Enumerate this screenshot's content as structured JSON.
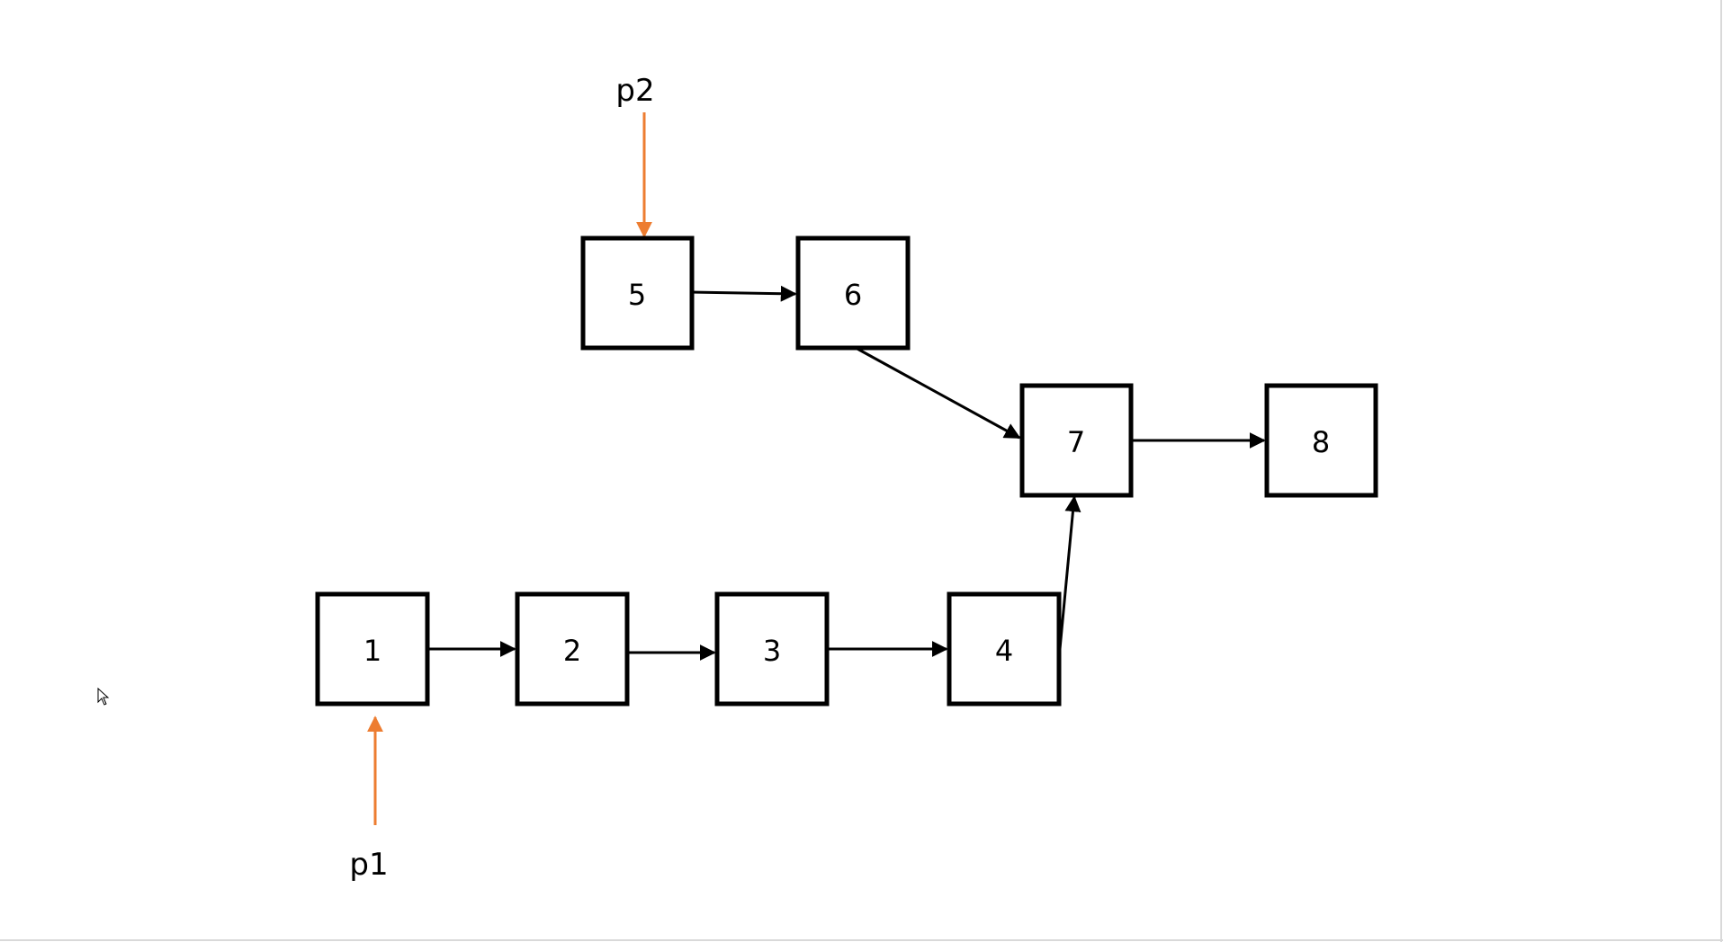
{
  "colors": {
    "node_stroke": "#000000",
    "link_stroke": "#000000",
    "pointer_stroke": "#ED7D31",
    "background": "#FFFFFF"
  },
  "nodes": [
    {
      "id": "n1",
      "label": "1"
    },
    {
      "id": "n2",
      "label": "2"
    },
    {
      "id": "n3",
      "label": "3"
    },
    {
      "id": "n4",
      "label": "4"
    },
    {
      "id": "n5",
      "label": "5"
    },
    {
      "id": "n6",
      "label": "6"
    },
    {
      "id": "n7",
      "label": "7"
    },
    {
      "id": "n8",
      "label": "8"
    }
  ],
  "links": [
    {
      "from": "n1",
      "to": "n2"
    },
    {
      "from": "n2",
      "to": "n3"
    },
    {
      "from": "n3",
      "to": "n4"
    },
    {
      "from": "n4",
      "to": "n7"
    },
    {
      "from": "n5",
      "to": "n6"
    },
    {
      "from": "n6",
      "to": "n7"
    },
    {
      "from": "n7",
      "to": "n8"
    }
  ],
  "pointers": [
    {
      "label": "p1",
      "target": "n1"
    },
    {
      "label": "p2",
      "target": "n5"
    }
  ],
  "icons": {
    "cursor": "mouse-pointer-icon"
  }
}
